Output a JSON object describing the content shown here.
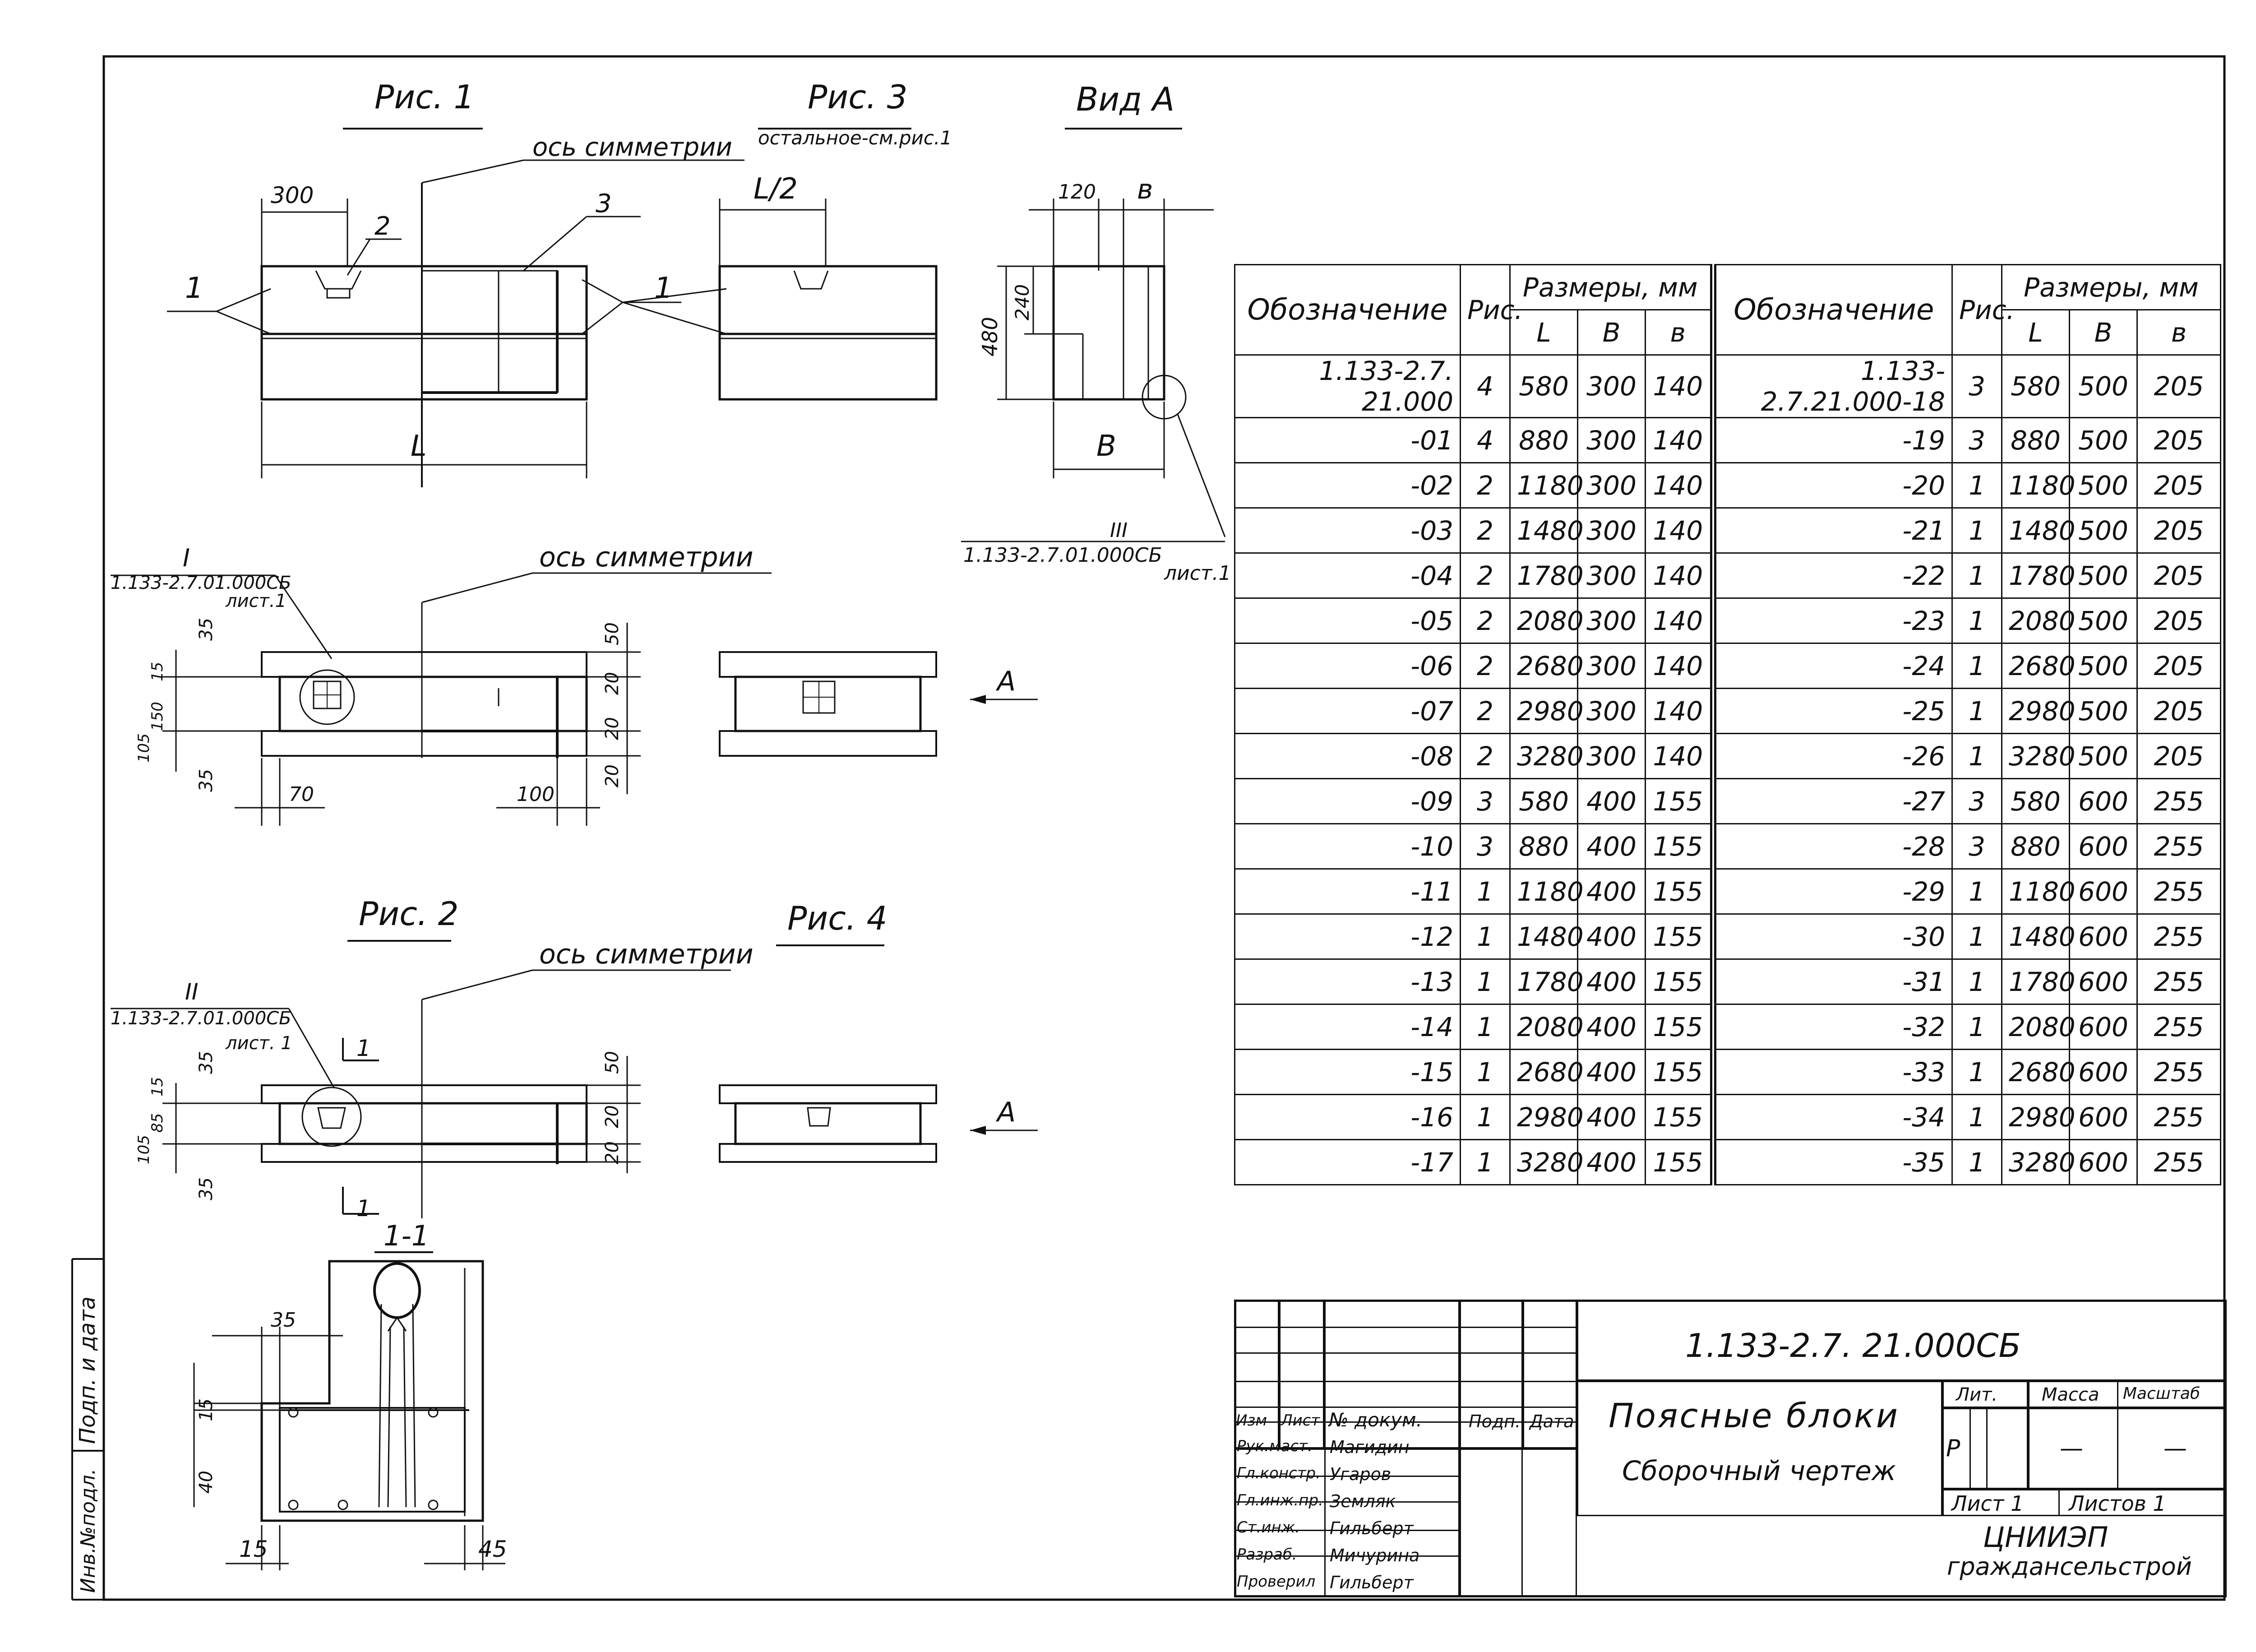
{
  "figures": {
    "fig1": "Рис. 1",
    "fig2": "Рис. 2",
    "fig3": "Рис. 3",
    "fig3_note": "остальное-см.рис.1",
    "fig4": "Рис. 4",
    "viewA": "Вид A",
    "axis": "ось симметрии",
    "section": "1-1"
  },
  "dims": {
    "d300": "300",
    "L": "L",
    "L2": "L/2",
    "d120": "120",
    "b": "в",
    "B": "B",
    "d480": "480",
    "d240": "240",
    "d35": "35",
    "d15": "15",
    "d150": "150",
    "d105": "105",
    "d50": "50",
    "d20": "20",
    "d70": "70",
    "d100": "100",
    "d85": "85",
    "d40": "40",
    "d45": "45",
    "pos1": "1",
    "pos2": "2",
    "pos3": "3",
    "I": "I",
    "II": "II",
    "III": "III",
    "mark1": "1",
    "arrowA": "A"
  },
  "refs": {
    "ref1_code": "1.133-2.7.01.000СБ",
    "ref1_sheet": "лист.1",
    "ref2_code": "1.133-2.7.01.000СБ",
    "ref2_sheet": "лист. 1",
    "ref3_code": "1.133-2.7.01.000СБ",
    "ref3_sheet": "лист.1"
  },
  "table": {
    "h_oboz": "Обозначение",
    "h_ris": "Рис.",
    "h_dims": "Размеры, мм",
    "h_L": "L",
    "h_B": "B",
    "h_b": "в",
    "left": [
      [
        "1.133-2.7. 21.000",
        "4",
        "580",
        "300",
        "140"
      ],
      [
        "-01",
        "4",
        "880",
        "300",
        "140"
      ],
      [
        "-02",
        "2",
        "1180",
        "300",
        "140"
      ],
      [
        "-03",
        "2",
        "1480",
        "300",
        "140"
      ],
      [
        "-04",
        "2",
        "1780",
        "300",
        "140"
      ],
      [
        "-05",
        "2",
        "2080",
        "300",
        "140"
      ],
      [
        "-06",
        "2",
        "2680",
        "300",
        "140"
      ],
      [
        "-07",
        "2",
        "2980",
        "300",
        "140"
      ],
      [
        "-08",
        "2",
        "3280",
        "300",
        "140"
      ],
      [
        "-09",
        "3",
        "580",
        "400",
        "155"
      ],
      [
        "-10",
        "3",
        "880",
        "400",
        "155"
      ],
      [
        "-11",
        "1",
        "1180",
        "400",
        "155"
      ],
      [
        "-12",
        "1",
        "1480",
        "400",
        "155"
      ],
      [
        "-13",
        "1",
        "1780",
        "400",
        "155"
      ],
      [
        "-14",
        "1",
        "2080",
        "400",
        "155"
      ],
      [
        "-15",
        "1",
        "2680",
        "400",
        "155"
      ],
      [
        "-16",
        "1",
        "2980",
        "400",
        "155"
      ],
      [
        "-17",
        "1",
        "3280",
        "400",
        "155"
      ]
    ],
    "right": [
      [
        "1.133-2.7.21.000-18",
        "3",
        "580",
        "500",
        "205"
      ],
      [
        "-19",
        "3",
        "880",
        "500",
        "205"
      ],
      [
        "-20",
        "1",
        "1180",
        "500",
        "205"
      ],
      [
        "-21",
        "1",
        "1480",
        "500",
        "205"
      ],
      [
        "-22",
        "1",
        "1780",
        "500",
        "205"
      ],
      [
        "-23",
        "1",
        "2080",
        "500",
        "205"
      ],
      [
        "-24",
        "1",
        "2680",
        "500",
        "205"
      ],
      [
        "-25",
        "1",
        "2980",
        "500",
        "205"
      ],
      [
        "-26",
        "1",
        "3280",
        "500",
        "205"
      ],
      [
        "-27",
        "3",
        "580",
        "600",
        "255"
      ],
      [
        "-28",
        "3",
        "880",
        "600",
        "255"
      ],
      [
        "-29",
        "1",
        "1180",
        "600",
        "255"
      ],
      [
        "-30",
        "1",
        "1480",
        "600",
        "255"
      ],
      [
        "-31",
        "1",
        "1780",
        "600",
        "255"
      ],
      [
        "-32",
        "1",
        "2080",
        "600",
        "255"
      ],
      [
        "-33",
        "1",
        "2680",
        "600",
        "255"
      ],
      [
        "-34",
        "1",
        "2980",
        "600",
        "255"
      ],
      [
        "-35",
        "1",
        "3280",
        "600",
        "255"
      ]
    ]
  },
  "title_block": {
    "code": "1.133-2.7. 21.000СБ",
    "name": "Поясные блоки",
    "subtitle": "Сборочный чертеж",
    "h_izm": "Изм",
    "h_list": "Лист",
    "h_ndok": "№ докум.",
    "h_podp": "Подп.",
    "h_data": "Дата",
    "roles": [
      {
        "role": "Рук.маст.",
        "name": "Магидин"
      },
      {
        "role": "Гл.констр.",
        "name": "Угаров"
      },
      {
        "role": "Гл.инж.пр.",
        "name": "Земляк"
      },
      {
        "role": "Ст.инж.",
        "name": "Гильберт"
      },
      {
        "role": "Разраб.",
        "name": "Мичурина"
      },
      {
        "role": "Проверил",
        "name": "Гильберт"
      }
    ],
    "lit_label": "Лит.",
    "mass_label": "Масса",
    "scale_label": "Масштаб",
    "lit_value": "Р",
    "mass_value": "—",
    "scale_value": "—",
    "sheet": "Лист 1",
    "sheets": "Листов 1",
    "org1": "ЦНИИЭП",
    "org2": "граждансельстрой"
  },
  "margin": {
    "podp": "Подп. и дата",
    "inv": "Инв.№подл."
  }
}
